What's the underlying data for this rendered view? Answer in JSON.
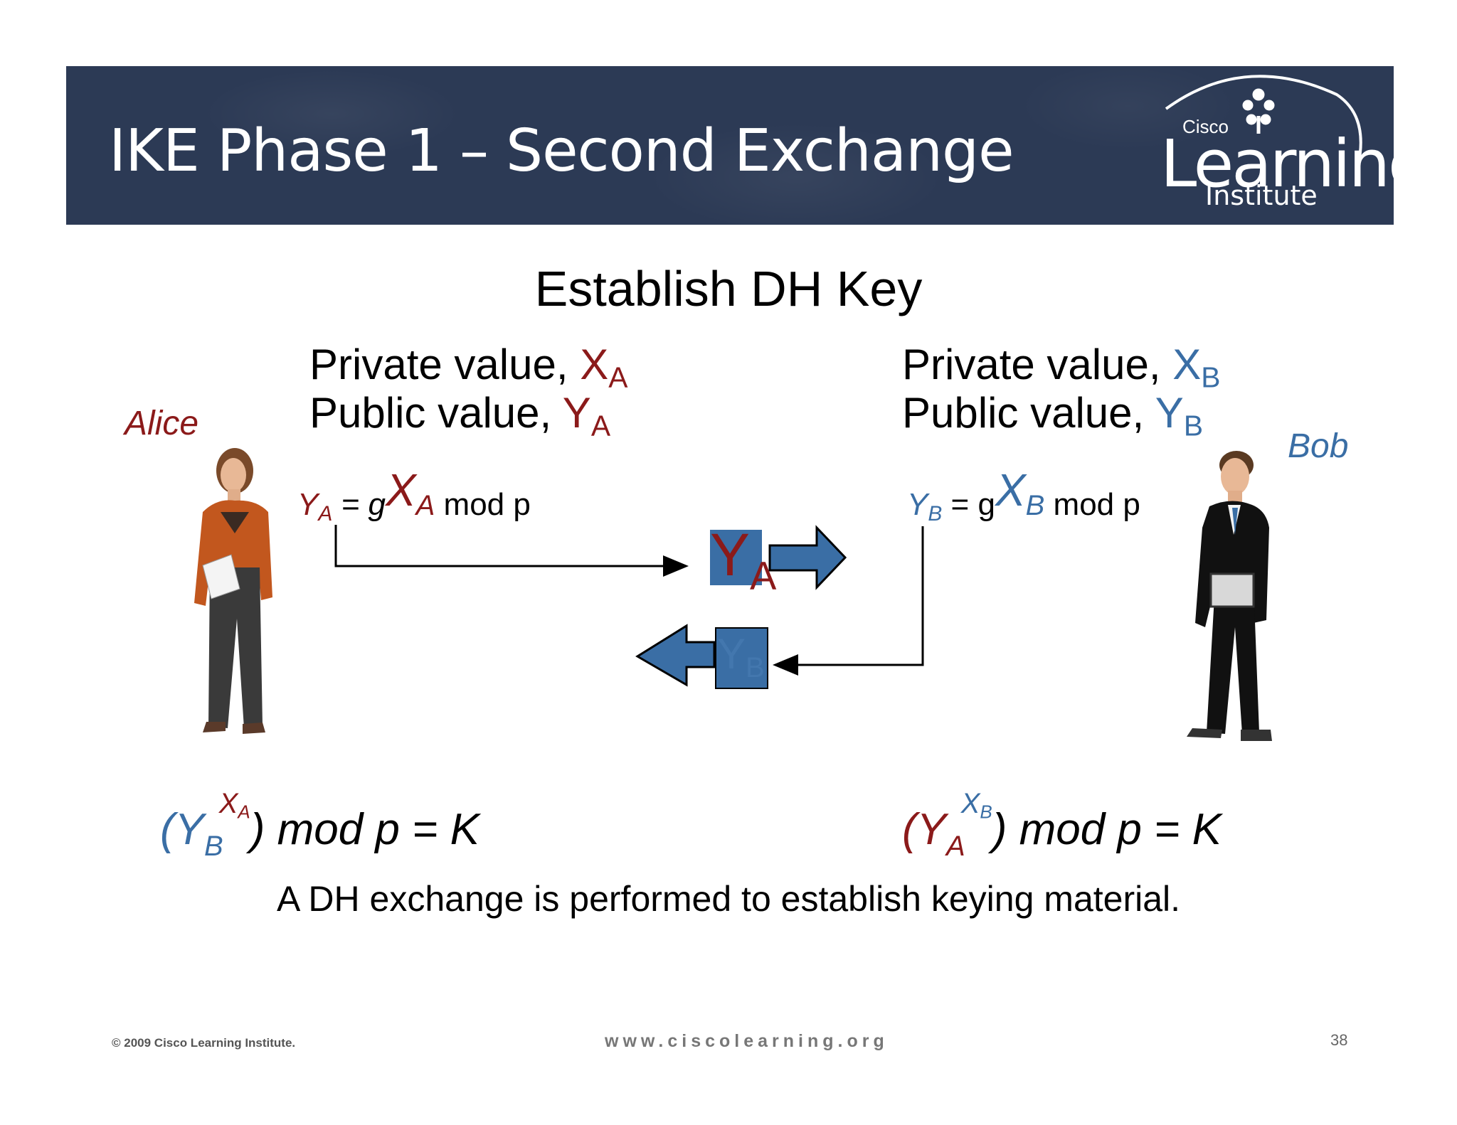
{
  "header": {
    "title": "IKE Phase 1 – Second Exchange",
    "logo_top": "Cisco",
    "logo_main": "Learning",
    "logo_bottom": "Institute"
  },
  "subtitle": "Establish DH Key",
  "alice": {
    "name": "Alice",
    "private_label": "Private value, ",
    "private_sym": "X",
    "private_sub": "A",
    "public_label": "Public value, ",
    "public_sym": "Y",
    "public_sub": "A",
    "formula_y": "Y",
    "formula_y_sub": "A",
    "formula_eq": " = g",
    "formula_x": "X",
    "formula_x_sub": "A",
    "formula_mod": " mod p",
    "key_open": "(Y",
    "key_base_sub": "B",
    "key_exp": "X",
    "key_exp_sub": "A",
    "key_rest": ") mod p = K"
  },
  "bob": {
    "name": "Bob",
    "private_label": "Private value, ",
    "private_sym": "X",
    "private_sub": "B",
    "public_label": "Public value, ",
    "public_sym": "Y",
    "public_sub": "B",
    "formula_y": "Y",
    "formula_y_sub": "B",
    "formula_eq": " = g",
    "formula_x": "X",
    "formula_x_sub": "B",
    "formula_mod": " mod p",
    "key_open": "(Y",
    "key_base_sub": "A",
    "key_exp": "X",
    "key_exp_sub": "B",
    "key_rest": ") mod p = K"
  },
  "exchange": {
    "to_bob_sym": "Y",
    "to_bob_sub": "A",
    "to_alice_sym": "Y",
    "to_alice_sub": "B"
  },
  "caption": "A DH exchange is performed to establish keying material.",
  "footer": {
    "copyright": "© 2009 Cisco Learning Institute.",
    "url": "www.ciscolearning.org",
    "page": "38"
  },
  "colors": {
    "banner": "#2c3a55",
    "alice_red": "#8b1a1a",
    "bob_blue": "#3a6ea5"
  }
}
